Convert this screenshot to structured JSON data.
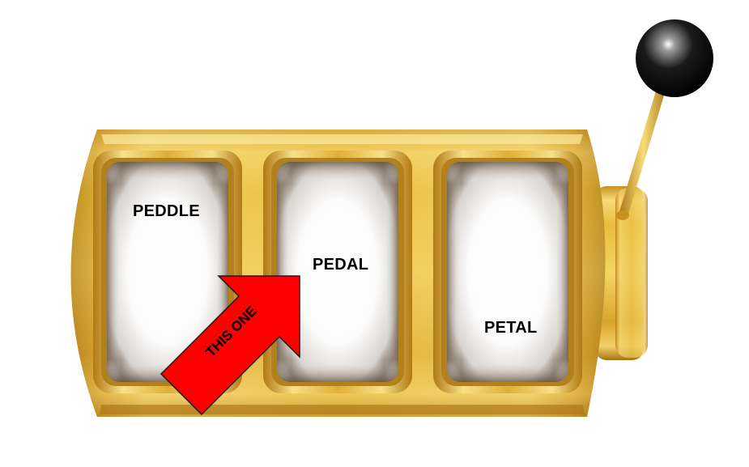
{
  "reels": [
    {
      "label": "PEDDLE"
    },
    {
      "label": "PEDAL"
    },
    {
      "label": "PETAL"
    }
  ],
  "arrow": {
    "label": "THIS ONE",
    "color": "#ff0000"
  },
  "colors": {
    "gold_light": "#fbe89a",
    "gold_mid": "#e9bf3e",
    "gold_dark": "#b07a14",
    "knob": "#111111"
  },
  "icons": {
    "lever": "lever-icon",
    "knob": "knob-icon"
  }
}
